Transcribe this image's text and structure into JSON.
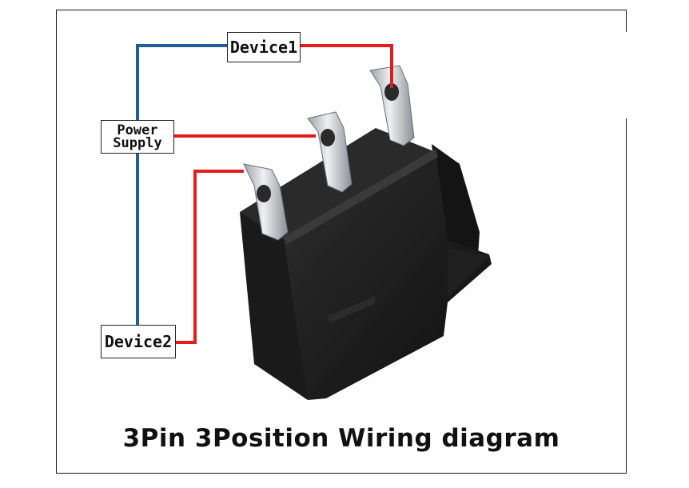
{
  "labels": {
    "device1": "Device1",
    "device2": "Device2",
    "power_line1": "Power",
    "power_line2": "Supply"
  },
  "caption": "3Pin 3Position  Wiring diagram",
  "colors": {
    "blue_wire": "#1f5f96",
    "red_wire": "#e11d1d",
    "switch_body": "#1c1c1c",
    "terminal_metal": "#c9ccd0"
  },
  "icons": {
    "switch": "rocker-switch-icon"
  }
}
